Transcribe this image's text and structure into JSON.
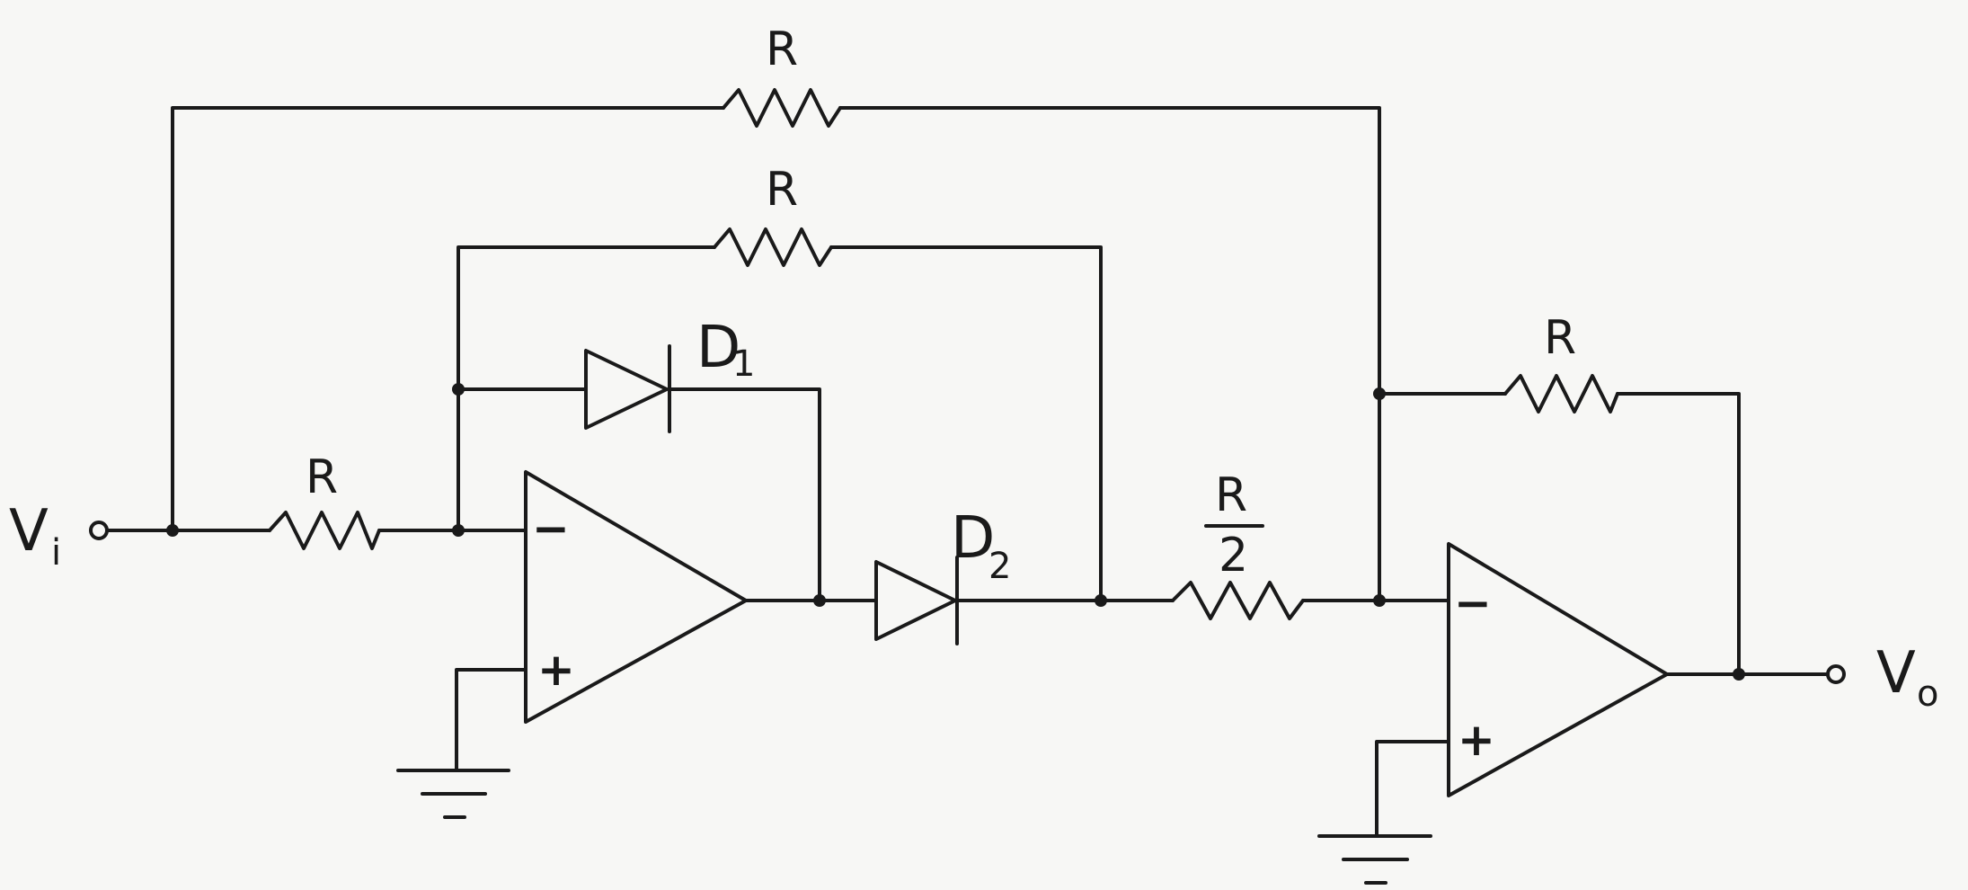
{
  "labels": {
    "input": "V",
    "input_sub": "i",
    "output": "V",
    "output_sub": "o",
    "r_top": "R",
    "r_mid": "R",
    "r_in": "R",
    "r_feedback2": "R",
    "r_half_num": "R",
    "r_half_den": "2",
    "d1": "D",
    "d1_sub": "1",
    "d2": "D",
    "d2_sub": "2",
    "minus": "−",
    "plus": "+"
  }
}
